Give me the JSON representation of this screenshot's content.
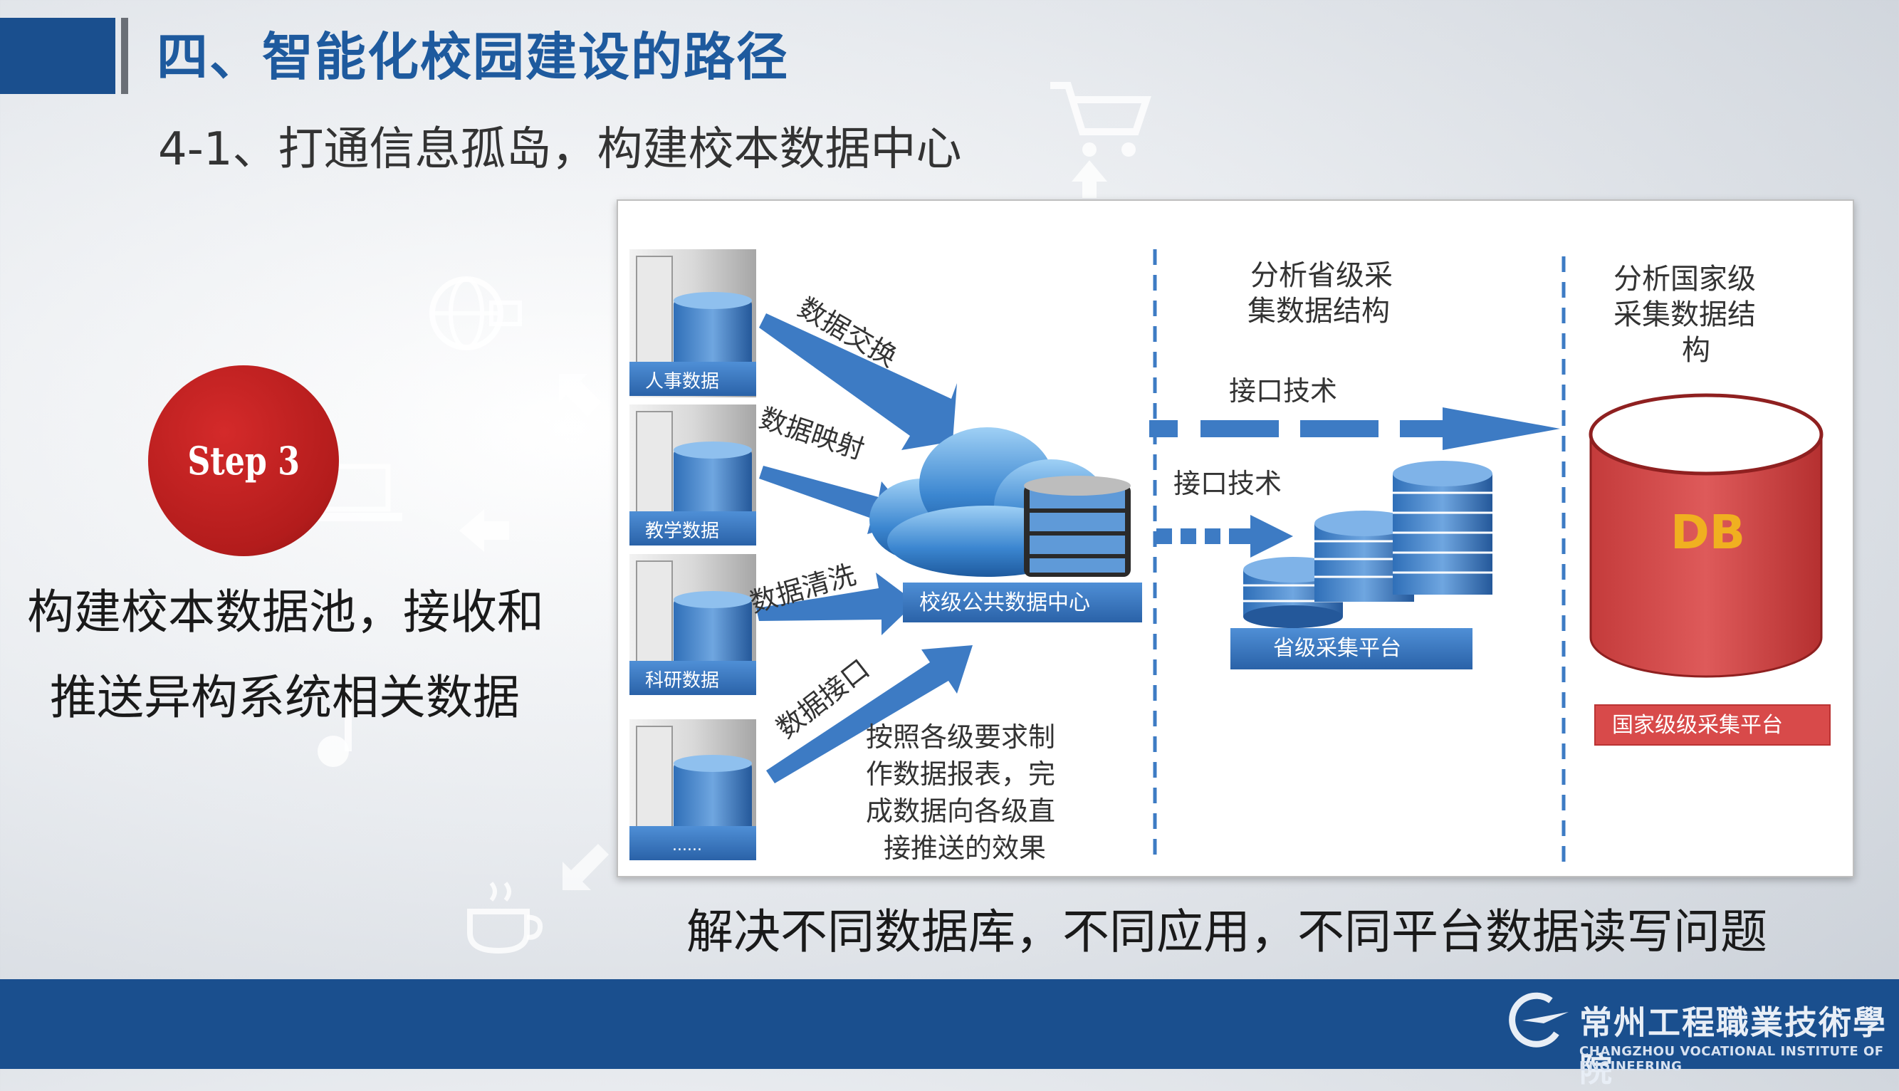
{
  "header": {
    "title": "四、智能化校园建设的路径",
    "subtitle": "4-1、打通信息孤岛，构建校本数据中心"
  },
  "step": {
    "label": "Step 3",
    "desc_line1": "构建校本数据池，接收和",
    "desc_line2": "推送异构系统相关数据"
  },
  "diagram": {
    "sources": [
      "人事数据",
      "教学数据",
      "科研数据",
      "......"
    ],
    "arrow_labels": [
      "数据交换",
      "数据映射",
      "数据清洗",
      "数据接口"
    ],
    "center_label": "校级公共数据中心",
    "push_note": [
      "按照各级要求制",
      "作数据报表，完",
      "成数据向各级直",
      "接推送的效果"
    ],
    "province_title": [
      "分析省级采",
      "集数据结构"
    ],
    "interface_label_top": "接口技术",
    "interface_label_mid": "接口技术",
    "province_platform": "省级采集平台",
    "national_title": [
      "分析国家级",
      "采集数据结",
      "构"
    ],
    "db_label": "DB",
    "national_platform": "国家级级采集平台"
  },
  "caption": "解决不同数据库，不同应用，不同平台数据读写问题",
  "footer": {
    "school_cn": "常州工程職業技術學院",
    "school_en": "CHANGZHOU VOCATIONAL INSTITUTE OF ENGINEERING"
  },
  "colors": {
    "brand_blue": "#1a4f8e",
    "title_blue": "#1e5a9e",
    "step_red": "#b31c1c",
    "db_red": "#d24c4c",
    "db_text": "#f0b020",
    "arrow_blue": "#3d7bc4"
  }
}
